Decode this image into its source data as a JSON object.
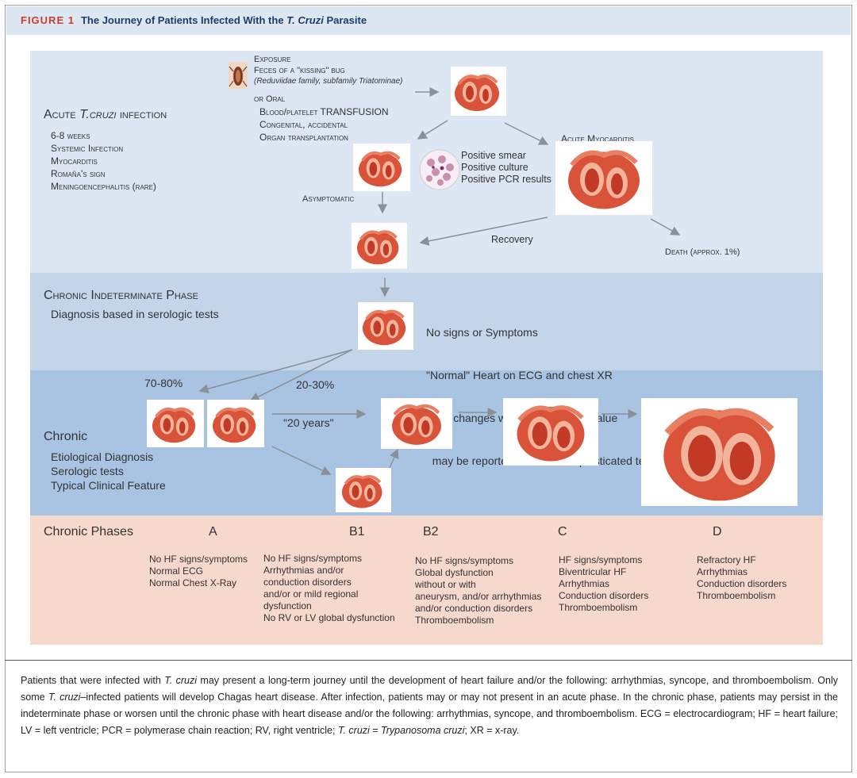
{
  "figure": {
    "label": "FIGURE 1",
    "title_prefix": "The Journey of Patients Infected With the ",
    "title_italic": "T. Cruzi",
    "title_suffix": " Parasite"
  },
  "acute": {
    "heading_prefix": "Acute ",
    "heading_italic": "T.cruzi",
    "heading_suffix": " infection",
    "items": [
      "6-8 weeks",
      "Systemic Infection",
      "Myocarditis",
      "Romaña's sign",
      "Meningoencephalitis (rare)"
    ]
  },
  "exposure": {
    "lines": [
      "Exposure",
      "Feces of a \"kissing\" bug"
    ],
    "family": "(Reduviidae family, subfamily Triatominae)",
    "or_oral": "or Oral",
    "routes": [
      "Blood/platelet TRANSFUSION",
      "Congenital, accidental",
      "Organ transplantation"
    ]
  },
  "acute_myocarditis": "Acute Myocarditis",
  "diagnosis": [
    "Positive smear",
    "Positive culture",
    "Positive PCR results"
  ],
  "asymptomatic": "Asymptomatic",
  "recovery": "Recovery",
  "death": "Death (approx. 1%)",
  "indeterminate": {
    "heading": "Chronic Indeterminate Phase",
    "sub": "Diagnosis based in serologic tests",
    "notes": [
      "No signs or Symptoms",
      "\"Normal\" Heart on ECG and chest XR",
      "(mild changes without prognostic value",
      "  may be reported with more sophisticated tests)"
    ]
  },
  "chronic": {
    "heading": "Chronic",
    "items": [
      "Etiological Diagnosis",
      "Serologic tests",
      "Typical Clinical Feature"
    ],
    "pct_a": "70-80%",
    "pct_b": "20-30%",
    "years": "\"20 years\""
  },
  "phases": {
    "heading": "Chronic Phases",
    "columns": [
      {
        "label": "A",
        "lines": [
          "No HF signs/symptoms",
          "Normal ECG",
          "Normal Chest X-Ray"
        ]
      },
      {
        "label": "B1",
        "lines": [
          "No HF signs/symptoms",
          "Arrhythmias and/or",
          "conduction disorders",
          "and/or or mild regional",
          "dysfunction",
          "No RV or LV global dysfunction"
        ]
      },
      {
        "label": "B2",
        "lines": [
          "No HF signs/symptoms",
          "Global dysfunction",
          "without or with",
          "aneurysm, and/or arrhythmias",
          "and/or conduction disorders",
          "Thromboembolism"
        ]
      },
      {
        "label": "C",
        "lines": [
          "HF signs/symptoms",
          "Biventricular HF",
          "Arrhythmias",
          "Conduction disorders",
          "Thromboembolism"
        ]
      },
      {
        "label": "D",
        "lines": [
          "Refractory HF",
          "Arrhythmias",
          "Conduction disorders",
          "Thromboembolism"
        ]
      }
    ]
  },
  "caption": {
    "p1": "Patients that were infected with ",
    "i1": "T. cruzi",
    "p2": " may present a long-term journey until the development of heart failure and/or the following: arrhythmias, syncope, and thromboembolism. Only some ",
    "i2": "T. cruzi",
    "p3": "–infected patients will develop Chagas heart disease. After infection, patients may or may not present in an acute phase. In the chronic phase, patients may persist in the indeterminate phase or worsen until the chronic phase with heart disease and/or the following: arrhythmias, syncope, and thromboembolism. ECG = electrocardiogram; HF = heart failure; LV = left ventricle; PCR = polymerase chain reaction; RV, right ventricle; ",
    "i3": "T. cruzi",
    "p4": " = ",
    "i4": "Trypanosoma cruzi",
    "p5": "; XR = x-ray."
  },
  "colors": {
    "acute_band": "#dce7f3",
    "indeterminate_band": "#c4d5ea",
    "chronic_band": "#a9c3e3",
    "phases_band": "#f7d8cc",
    "figure_label": "#d23a2d",
    "title": "#1f3b6d",
    "arrow": "#8a9098"
  }
}
